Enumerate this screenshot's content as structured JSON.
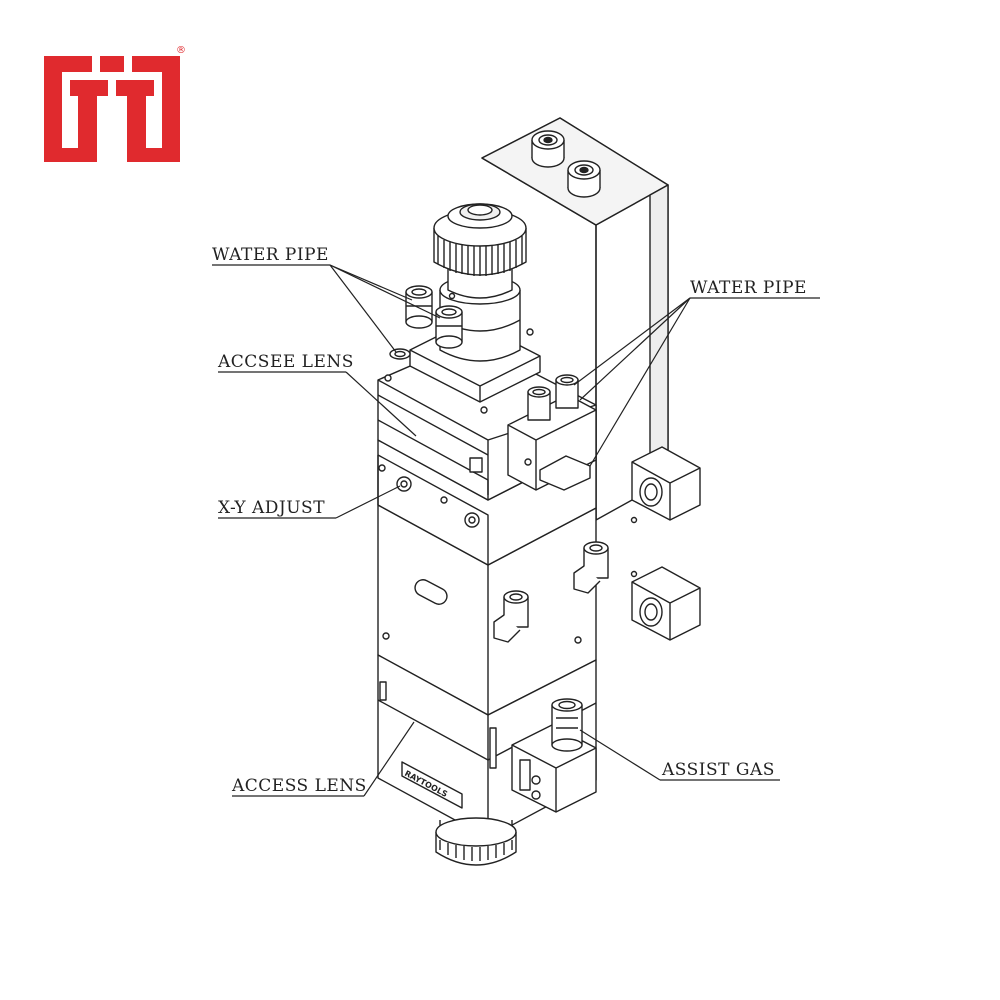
{
  "logo": {
    "mark": "TT",
    "registered": "®",
    "color": "#e02a2e"
  },
  "labels": {
    "water_pipe_left": "WATER PIPE",
    "water_pipe_right": "WATER PIPE",
    "accsee_lens": "ACCSEE LENS",
    "xy_adjust": "X-Y ADJUST",
    "access_lens": "ACCESS LENS",
    "assist_gas": "ASSIST GAS"
  },
  "nameplate": "RAYTOOLS",
  "colors": {
    "line": "#222222",
    "fill": "#ffffff",
    "shade": "#e9e9e9"
  }
}
